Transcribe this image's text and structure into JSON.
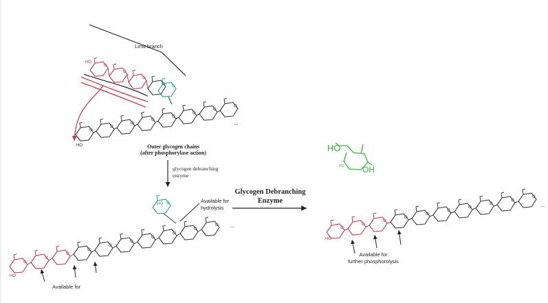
{
  "labels": {
    "limit_branch": "Limit branch",
    "outer_chains_line1": "Outer glycogen chains",
    "outer_chains_line2": "(after phosphorylase action)",
    "debranching_line1": "glycogen debranching",
    "debranching_line2": "enzyme",
    "hydrolysis_line1": "Available for",
    "hydrolysis_line2": "hydrolysis",
    "reaction_line1": "Glycogen Debranching",
    "reaction_line2": "Enzyme",
    "bottom_left": "Available for",
    "phospho_line1": "Available for",
    "phospho_line2": "further phosphorolysis",
    "glucose_ho": "HO",
    "glucose_oh": "OH",
    "ho_small": "HO",
    "ring_o": "O"
  },
  "colors": {
    "chain": "#3a3a3a",
    "transferred": "#c23a4a",
    "branch_point": "#2aa37a",
    "free_glucose": "#33bb33"
  }
}
